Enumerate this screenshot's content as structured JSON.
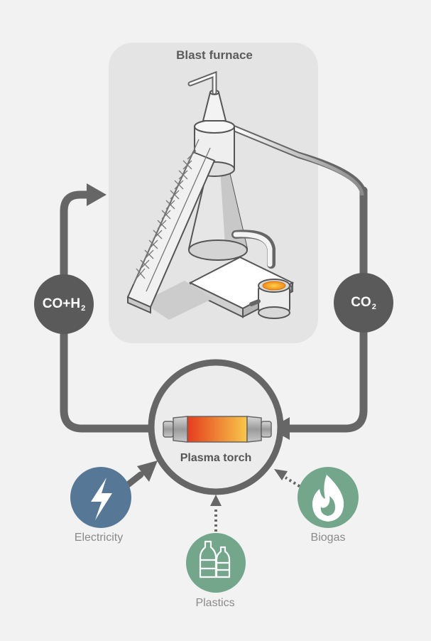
{
  "diagram": {
    "furnace": {
      "label": "Blast furnace"
    },
    "torch": {
      "label": "Plasma torch"
    },
    "loop_left": {
      "main": "CO+H",
      "sub": "2"
    },
    "loop_right": {
      "main": "CO",
      "sub": "2"
    },
    "sources": [
      {
        "label": "Electricity",
        "icon": "lightning-icon",
        "color": "#567896",
        "connector": "solid"
      },
      {
        "label": "Plastics",
        "icon": "bottles-icon",
        "color": "#74a68c",
        "connector": "dotted"
      },
      {
        "label": "Biogas",
        "icon": "flame-icon",
        "color": "#74a68c",
        "connector": "dotted"
      }
    ],
    "colors": {
      "background": "#f2f2f2",
      "panel": "#e4e4e4",
      "loop": "#666666",
      "gas_node": "#5a5a5a",
      "torch_ring": "#666666",
      "flame_start": "#e63c1e",
      "flame_end": "#f7c84a"
    }
  }
}
